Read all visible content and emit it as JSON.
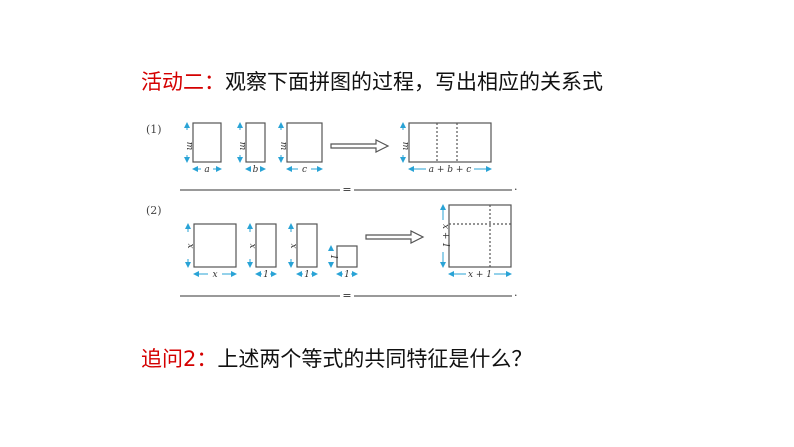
{
  "activity": {
    "label": "活动二：",
    "text": "观察下面拼图的过程，写出相应的关系式"
  },
  "part1": {
    "number": "(1)",
    "height_label": "m",
    "widths": [
      "a",
      "b",
      "c"
    ],
    "combined_width": "a + b + c",
    "equals": "=",
    "period": "."
  },
  "part2": {
    "number": "(2)",
    "side_labels": [
      "x",
      "x",
      "x",
      "1"
    ],
    "widths": [
      "x",
      "1",
      "1",
      "1"
    ],
    "combined_height": "x + 1",
    "combined_width": "x + 1",
    "equals": "=",
    "period": "."
  },
  "followup": {
    "label": "追问2：",
    "text": "上述两个等式的共同特征是什么？"
  },
  "colors": {
    "accent": "#d40000",
    "dimension": "#29a3d6"
  }
}
